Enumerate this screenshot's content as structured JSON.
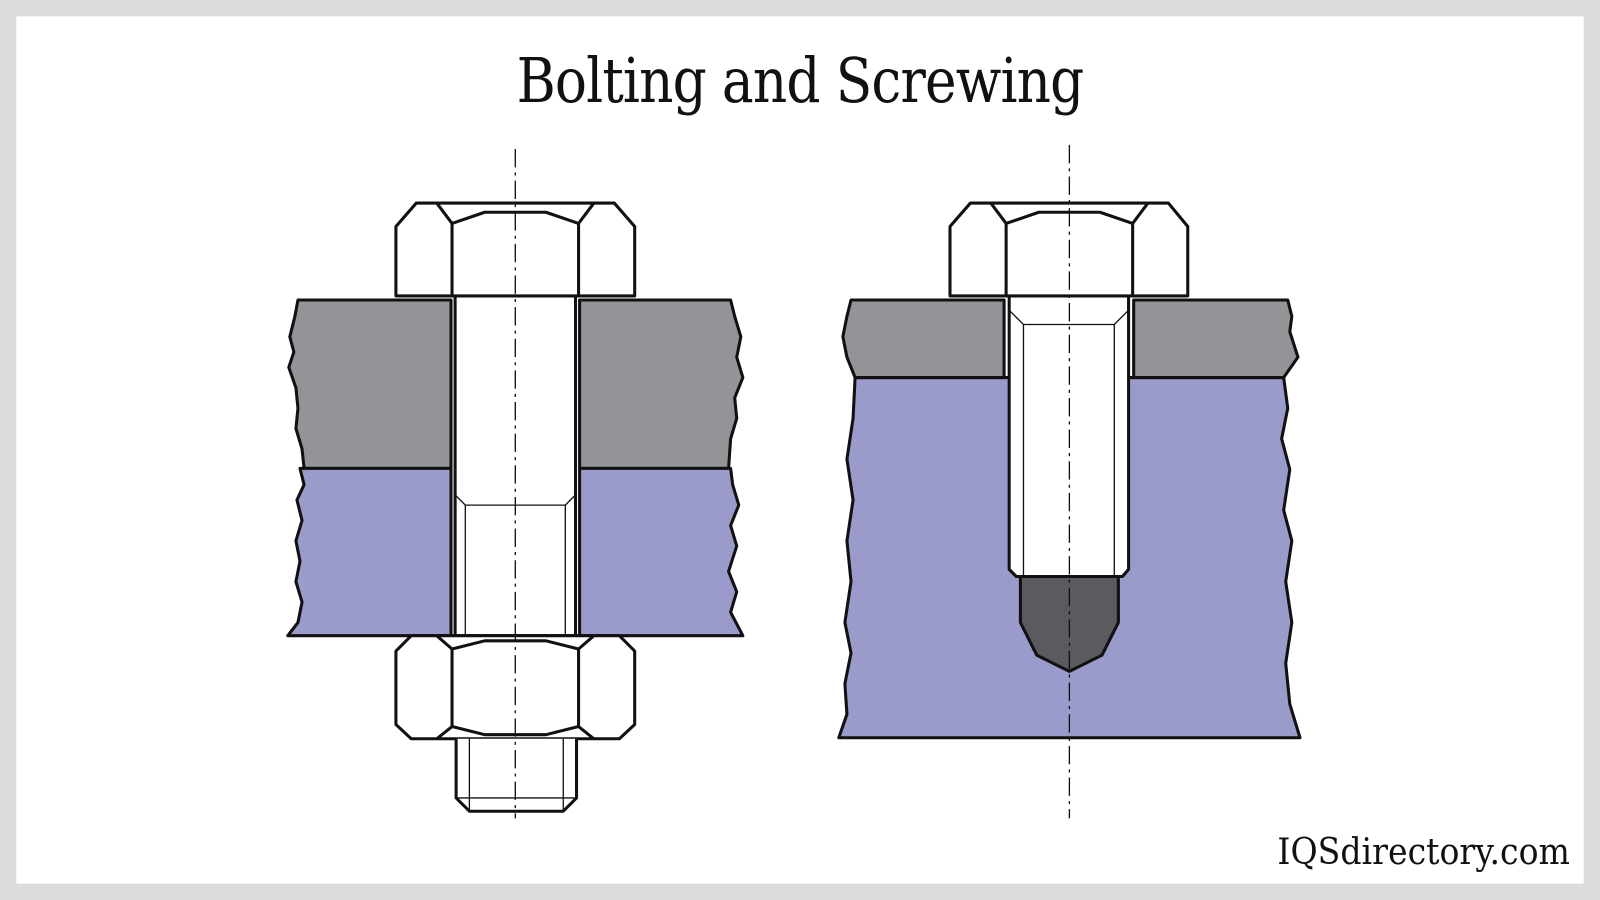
{
  "title": "Bolting and Screwing",
  "watermark": "IQSdirectory.com",
  "colors": {
    "upper_plate": "#939497",
    "lower_plate": "#9a9acb",
    "screw_tip": "#5b5b5f",
    "frame": "#dcdcdc"
  },
  "figures": [
    {
      "name": "bolt-and-nut-joint"
    },
    {
      "name": "screw-joint"
    }
  ]
}
